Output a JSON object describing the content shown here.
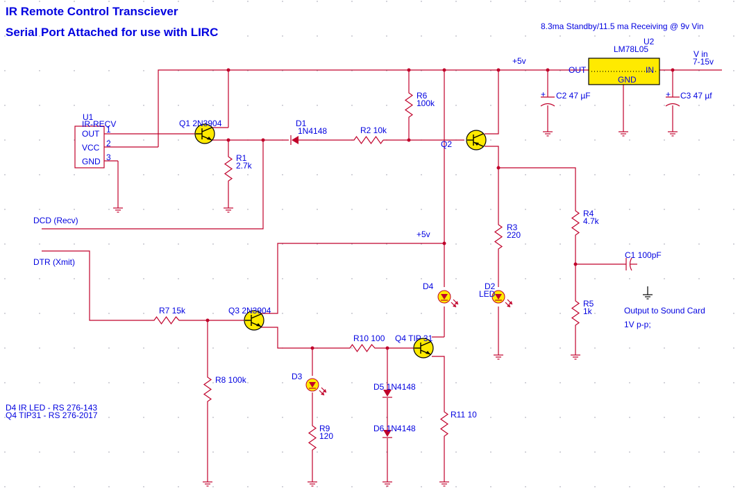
{
  "title": {
    "line1": "IR Remote Control Transciever",
    "line2": "Serial Port Attached for use with LIRC"
  },
  "supply_note": "8.3ma Standby/11.5 ma Receiving @ 9v Vin",
  "labels": {
    "dcd": "DCD (Recv)",
    "dtr": "DTR (Xmit)",
    "plus5_top": "+5v",
    "plus5_mid": "+5v",
    "vin_1": "V in",
    "vin_2": "7-15v",
    "out_sound": "Output to Sound Card",
    "vpp": "1V p-p;",
    "note1": "D4 IR LED - RS 276-143",
    "note2": "Q4 TIP31 - RS 276-2017"
  },
  "u1": {
    "ref": "U1",
    "name": "IR-RECV",
    "pin_out": "OUT",
    "pin_vcc": "VCC",
    "pin_gnd": "GND",
    "n1": "1",
    "n2": "2",
    "n3": "3"
  },
  "u2": {
    "ref": "U2",
    "name": "LM78L05",
    "pin_out": "OUT",
    "pin_in": "IN",
    "pin_gnd": "GND"
  },
  "parts": {
    "q1": "Q1 2N3904",
    "q2": "Q2",
    "q3": "Q3 2N3904",
    "q4": "Q4 TIP 31",
    "d1_ref": "D1",
    "d1_val": "1N4148",
    "d2_ref": "D2",
    "d2_val": "LED",
    "d3": "D3",
    "d4": "D4",
    "d5": "D5 1N4148",
    "d6": "D6 1N4148",
    "r1_ref": "R1",
    "r1_val": "2.7k",
    "r2": "R2 10k",
    "r3_ref": "R3",
    "r3_val": "220",
    "r4_ref": "R4",
    "r4_val": "4.7k",
    "r5_ref": "R5",
    "r5_val": "1k",
    "r6_ref": "R6",
    "r6_val": "100k",
    "r7": "R7 15k",
    "r8": "R8 100k",
    "r9_ref": "R9",
    "r9_val": "120",
    "r10": "R10 100",
    "r11": "R11 10",
    "c1": "C1 100pF",
    "c2": "C2 47 µF",
    "c3": "C3 47 µf",
    "plus": "+"
  }
}
